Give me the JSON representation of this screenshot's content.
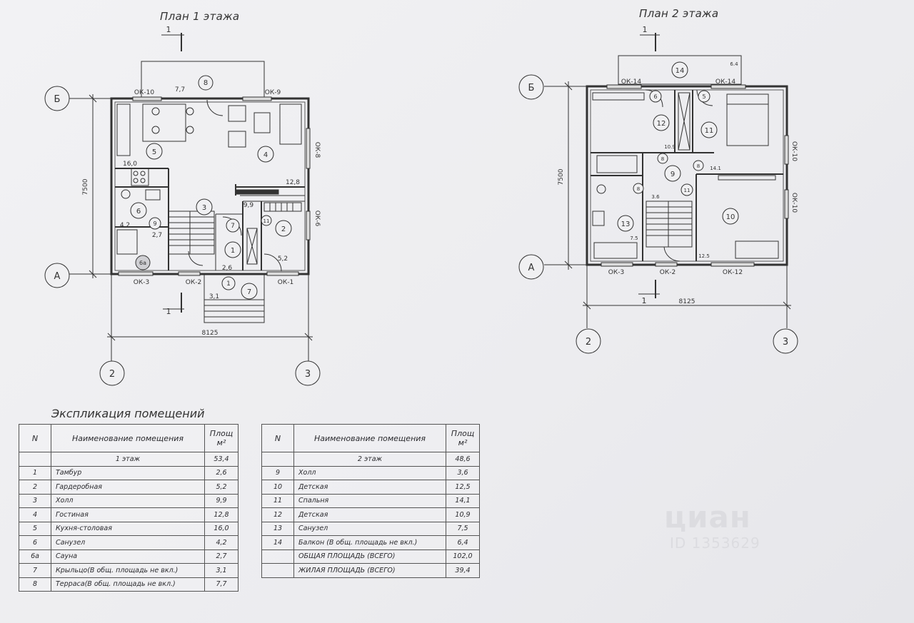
{
  "plan1": {
    "title": "План 1 этажа",
    "section_mark": "1",
    "axis_b": "Б",
    "axis_a": "А",
    "axis_2": "2",
    "axis_3": "3",
    "dim_width": "8125",
    "dim_height": "7500",
    "windows": [
      "ОК-10",
      "ОК-9",
      "ОК-8",
      "ОК-6",
      "ОК-3",
      "ОК-2",
      "ОК-1"
    ],
    "areas": [
      "7,7",
      "16,0",
      "12,8",
      "9,9",
      "4,2",
      "2,7",
      "2,6",
      "5,2",
      "3,1"
    ],
    "rooms": [
      "8",
      "5",
      "4",
      "3",
      "6",
      "6а",
      "9",
      "7",
      "1",
      "11",
      "2",
      "1",
      "7"
    ]
  },
  "plan2": {
    "title": "План 2 этажа",
    "section_mark": "1",
    "axis_b": "Б",
    "axis_a": "А",
    "axis_2": "2",
    "axis_3": "3",
    "dim_width": "8125",
    "dim_height": "7500",
    "windows": [
      "ОК-14",
      "ОК-14",
      "ОК-10",
      "ОК-10",
      "ОК-3",
      "ОК-2",
      "ОК-12"
    ],
    "areas": [
      "6.4",
      "10.9",
      "14.1",
      "3.6",
      "7.5",
      "12.5"
    ],
    "rooms": [
      "14",
      "6",
      "5",
      "12",
      "11",
      "8",
      "8",
      "9",
      "8",
      "11",
      "10",
      "13"
    ]
  },
  "explication": {
    "title": "Экспликация помещений",
    "header": {
      "n": "N",
      "name": "Наименование помещения",
      "area": "Площ м²"
    },
    "table1": {
      "group_label": "1 этаж",
      "group_area": "53,4",
      "rows": [
        {
          "n": "1",
          "name": "Тамбур",
          "area": "2,6"
        },
        {
          "n": "2",
          "name": "Гардеробная",
          "area": "5,2"
        },
        {
          "n": "3",
          "name": "Холл",
          "area": "9,9"
        },
        {
          "n": "4",
          "name": "Гостиная",
          "area": "12,8"
        },
        {
          "n": "5",
          "name": "Кухня-столовая",
          "area": "16,0"
        },
        {
          "n": "6",
          "name": "Санузел",
          "area": "4,2"
        },
        {
          "n": "6а",
          "name": "Сауна",
          "area": "2,7"
        },
        {
          "n": "7",
          "name": "Крыльцо(В общ. площадь не вкл.)",
          "area": "3,1"
        },
        {
          "n": "8",
          "name": "Терраса(В общ. площадь не вкл.)",
          "area": "7,7"
        }
      ]
    },
    "table2": {
      "group_label": "2 этаж",
      "group_area": "48,6",
      "rows": [
        {
          "n": "9",
          "name": "Холл",
          "area": "3,6"
        },
        {
          "n": "10",
          "name": "Детская",
          "area": "12,5"
        },
        {
          "n": "11",
          "name": "Спальня",
          "area": "14,1"
        },
        {
          "n": "12",
          "name": "Детская",
          "area": "10,9"
        },
        {
          "n": "13",
          "name": "Санузел",
          "area": "7,5"
        },
        {
          "n": "14",
          "name": "Балкон (В общ. площадь не вкл.)",
          "area": "6,4"
        },
        {
          "n": "",
          "name": "ОБЩАЯ ПЛОЩАДЬ (ВСЕГО)",
          "area": "102,0"
        },
        {
          "n": "",
          "name": "ЖИЛАЯ ПЛОЩАДЬ (ВСЕГО)",
          "area": "39,4"
        }
      ]
    }
  },
  "watermark": {
    "brand": "циан",
    "id": "ID 1353629"
  },
  "colors": {
    "ink": "#2a2a2e",
    "paper": "#ececef",
    "watermark": "#dcdce0"
  }
}
